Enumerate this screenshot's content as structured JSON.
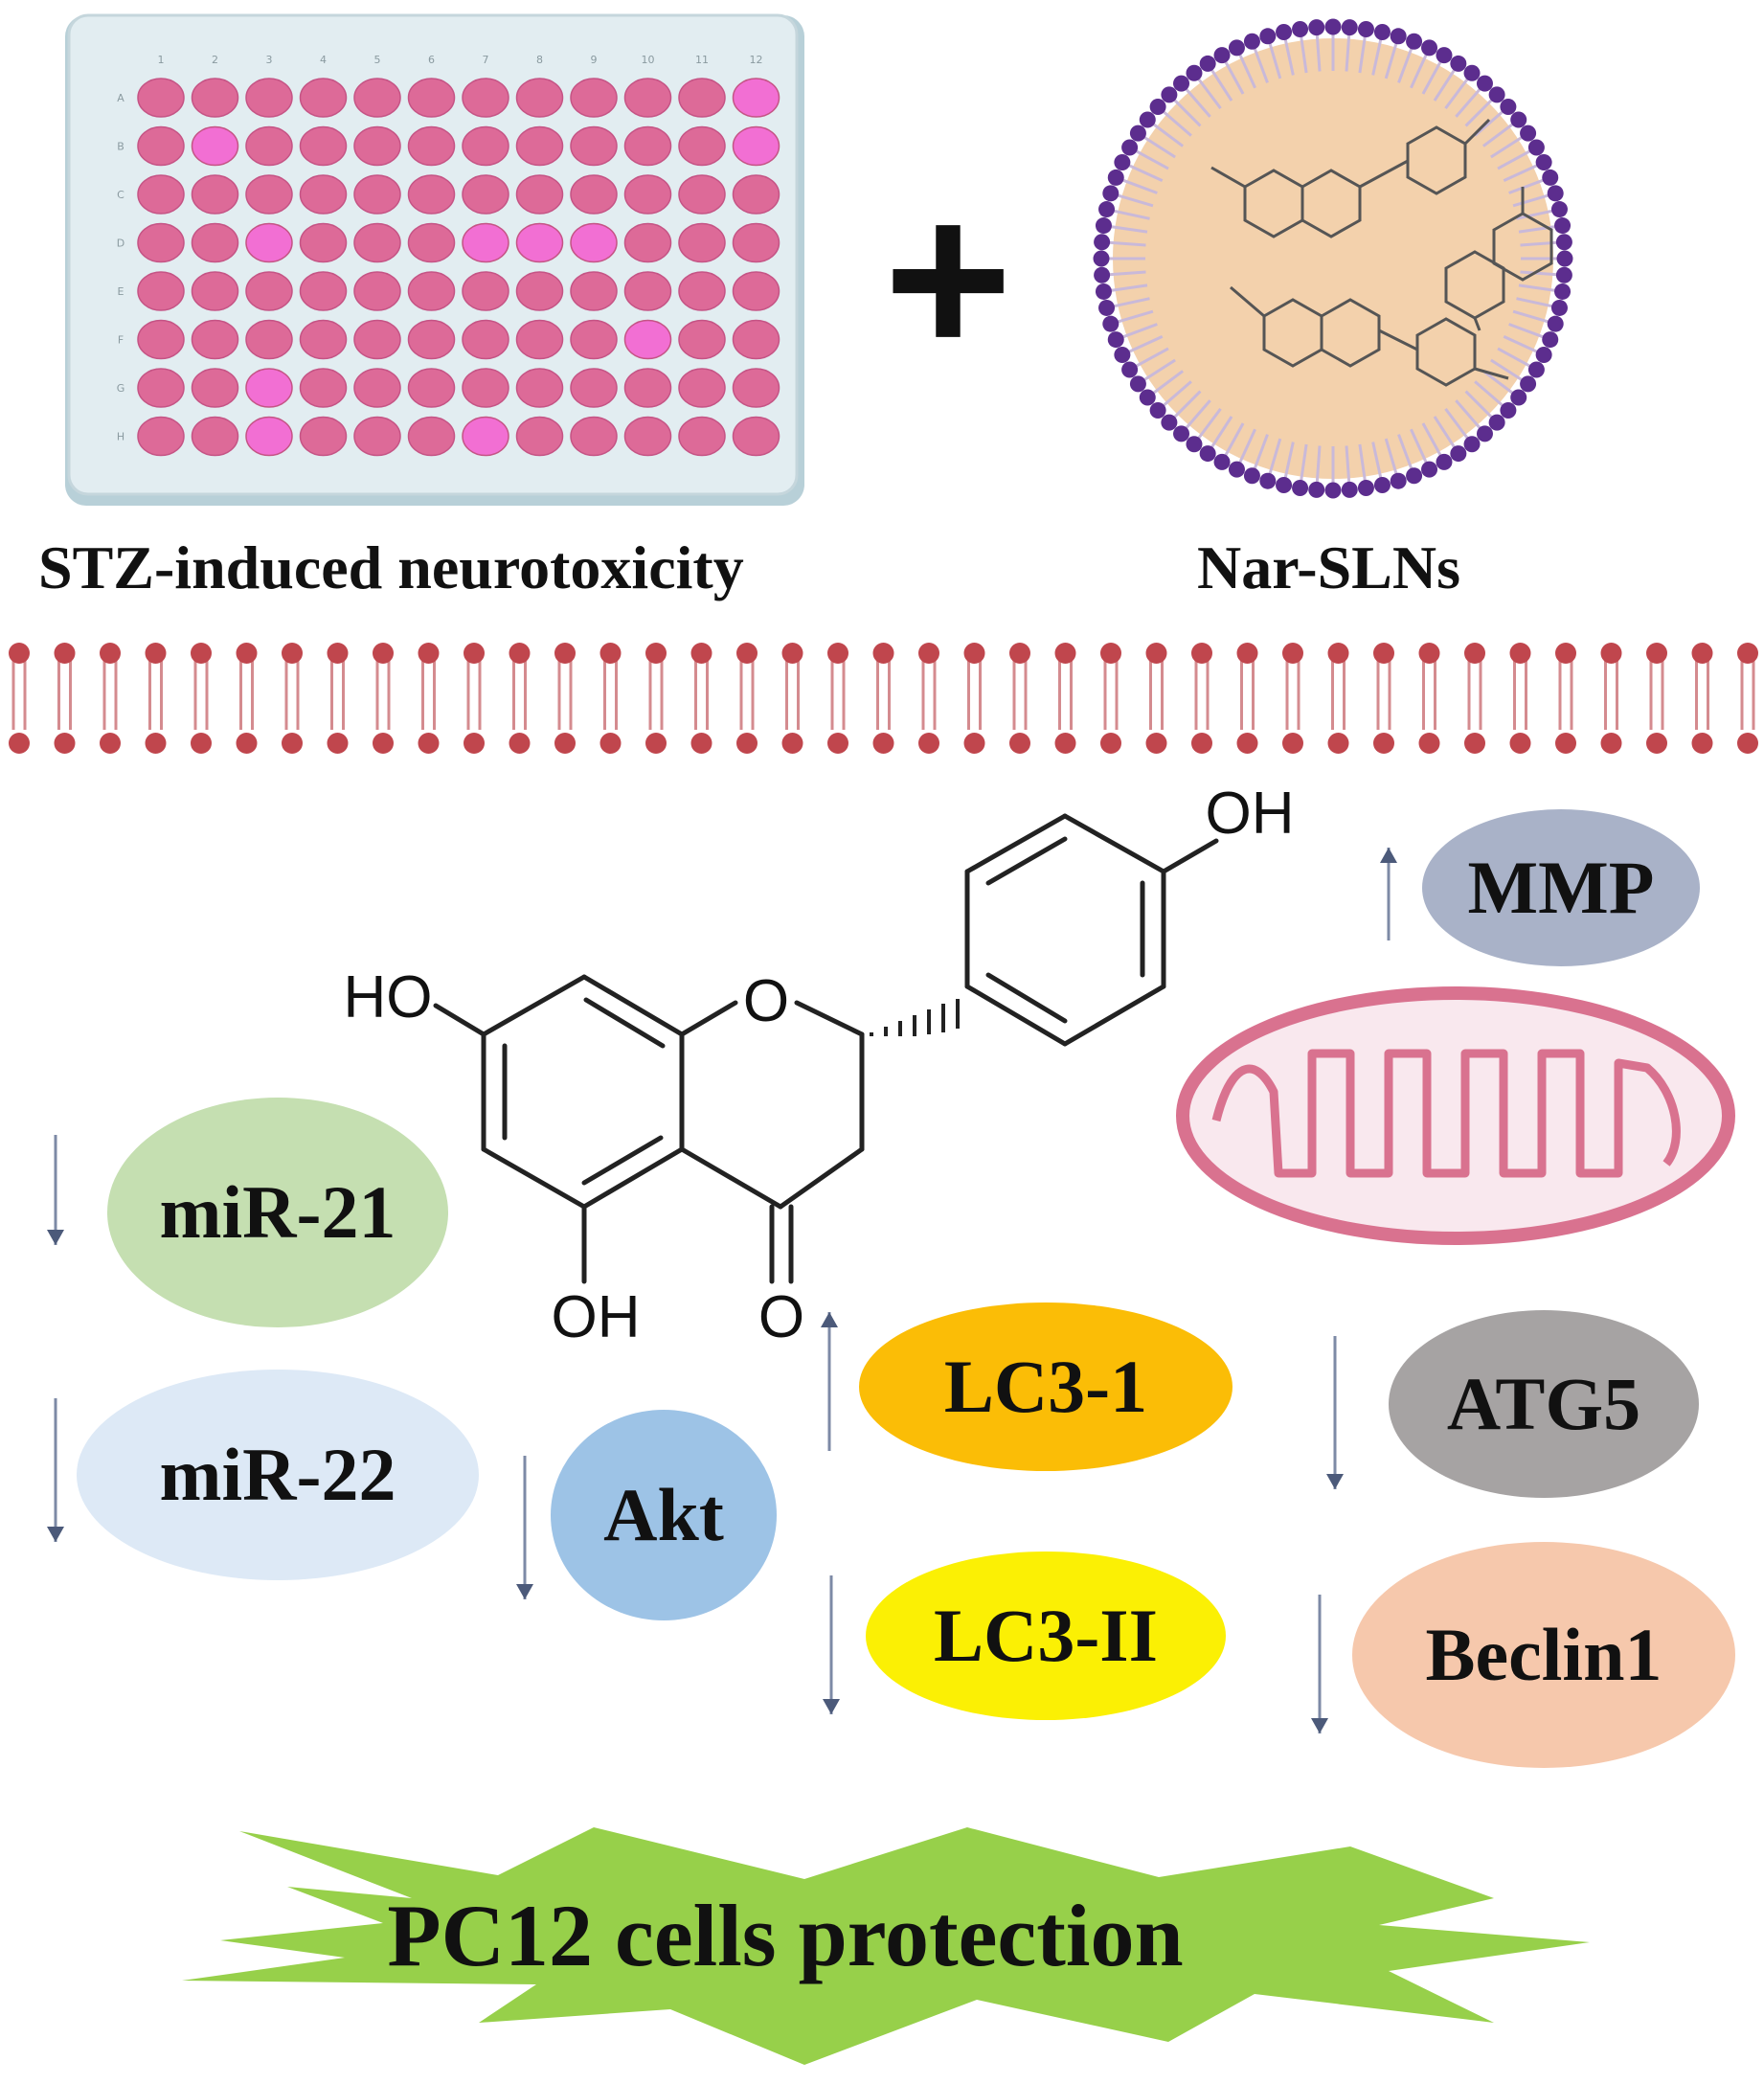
{
  "captions": {
    "left": "STZ-induced neurotoxicity",
    "right": "Nar-SLNs",
    "plus": "+"
  },
  "plate": {
    "column_numbers": [
      "1",
      "2",
      "3",
      "4",
      "5",
      "6",
      "7",
      "8",
      "9",
      "10",
      "11",
      "12"
    ],
    "row_letters": [
      "A",
      "B",
      "C",
      "D",
      "E",
      "F",
      "G",
      "H"
    ],
    "well_color": "#dd6a98",
    "highlight_color": "#f26fd3"
  },
  "molecule": {
    "oh_top": "OH",
    "ho_left": "HO",
    "ring_o": "O",
    "oh_bottom": "OH",
    "carbonyl_o": "O"
  },
  "nodes": {
    "mmp": {
      "label": "MMP",
      "color": "#a9b2c8",
      "direction": "up"
    },
    "mir21": {
      "label": "miR-21",
      "color": "#c5dfb1",
      "direction": "down"
    },
    "mir22": {
      "label": "miR-22",
      "color": "#dde9f6",
      "direction": "down"
    },
    "akt": {
      "label": "Akt",
      "color": "#9dc3e6",
      "direction": "down"
    },
    "lc31": {
      "label": "LC3-1",
      "color": "#fbbd06",
      "direction": "up"
    },
    "lc32": {
      "label": "LC3-II",
      "color": "#fbf004",
      "direction": "down"
    },
    "atg5": {
      "label": "ATG5",
      "color": "#a6a3a3",
      "direction": "down"
    },
    "beclin1": {
      "label": "Beclin1",
      "color": "#f6c8ac",
      "direction": "down"
    }
  },
  "outcome": {
    "label": "PC12 cells protection",
    "color": "#97d04a"
  },
  "colors": {
    "membrane": "#c0464d",
    "mitochondrion": "#d9728f",
    "nanoparticle_core": "#f3d1ac",
    "nanoparticle_shell": "#5c2d8e",
    "arrow": "#7d8aa6"
  }
}
